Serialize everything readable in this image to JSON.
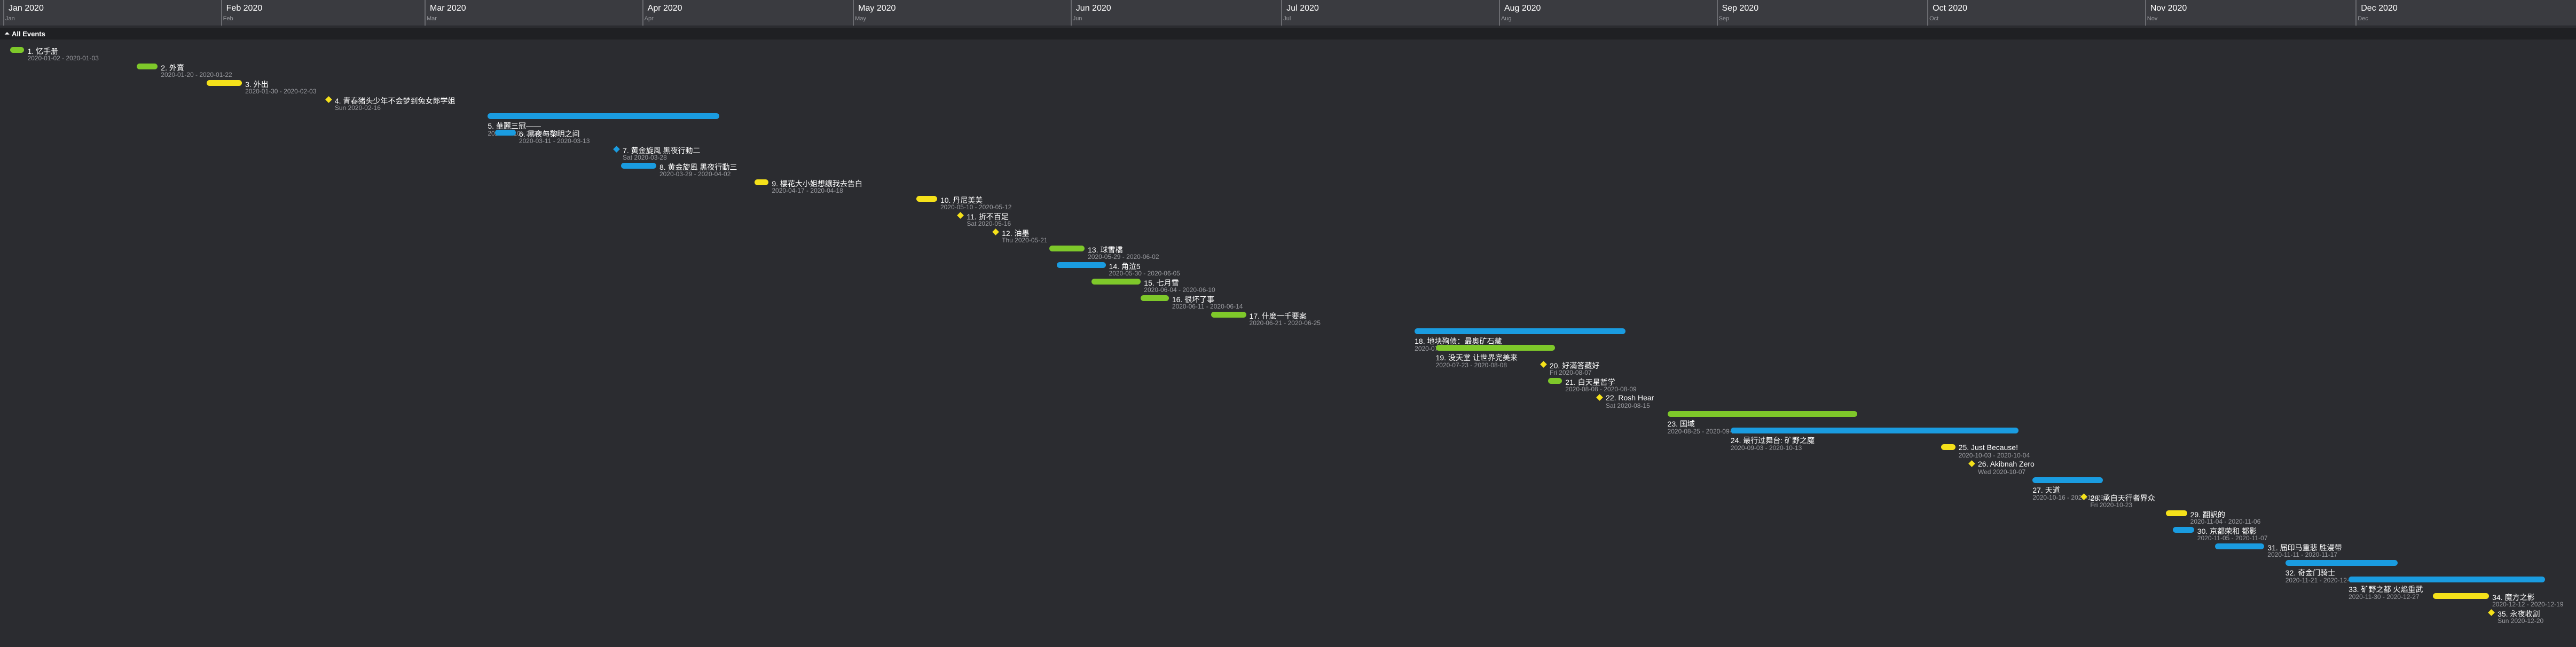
{
  "header": {
    "months": [
      {
        "label": "Jan 2020",
        "abbr": "Jan"
      },
      {
        "label": "Feb 2020",
        "abbr": "Feb"
      },
      {
        "label": "Mar 2020",
        "abbr": "Mar"
      },
      {
        "label": "Apr 2020",
        "abbr": "Apr"
      },
      {
        "label": "May 2020",
        "abbr": "May"
      },
      {
        "label": "Jun 2020",
        "abbr": "Jun"
      },
      {
        "label": "Jul 2020",
        "abbr": "Jul"
      },
      {
        "label": "Aug 2020",
        "abbr": "Aug"
      },
      {
        "label": "Sep 2020",
        "abbr": "Sep"
      },
      {
        "label": "Oct 2020",
        "abbr": "Oct"
      },
      {
        "label": "Nov 2020",
        "abbr": "Nov"
      },
      {
        "label": "Dec 2020",
        "abbr": "Dec"
      }
    ]
  },
  "group": {
    "caret": "⏶",
    "label": "All Events"
  },
  "colors": {
    "green": "#7ec82a",
    "yellow": "#f5e11a",
    "blue": "#1a9ce0"
  },
  "events": [
    {
      "title": "1. 忆手册",
      "date": "2020-01-02 - 2020-01-03",
      "start": "2020-01-02",
      "end": "2020-01-03",
      "kind": "bar",
      "color": "green"
    },
    {
      "title": "2. 外賣",
      "date": "2020-01-20 - 2020-01-22",
      "start": "2020-01-20",
      "end": "2020-01-22",
      "kind": "bar",
      "color": "green"
    },
    {
      "title": "3. 外出",
      "date": "2020-01-30 - 2020-02-03",
      "start": "2020-01-30",
      "end": "2020-02-03",
      "kind": "bar",
      "color": "yellow"
    },
    {
      "title": "4. 青春猪头少年不会梦到兔女郎学姐",
      "date": "Sun 2020-02-16",
      "start": "2020-02-16",
      "end": "2020-02-16",
      "kind": "milestone",
      "color": "yellow"
    },
    {
      "title": "5. 華麗三冠——",
      "date": "2020-03-10 - 2020-04-11",
      "start": "2020-03-10",
      "end": "2020-04-11",
      "kind": "bar",
      "color": "blue"
    },
    {
      "title": "6. 黑夜与黎明之间",
      "date": "2020-03-11 - 2020-03-13",
      "start": "2020-03-11",
      "end": "2020-03-13",
      "kind": "bar",
      "color": "blue"
    },
    {
      "title": "7. 黄金旋風 黑夜行動二",
      "date": "Sat 2020-03-28",
      "start": "2020-03-28",
      "end": "2020-03-28",
      "kind": "milestone",
      "color": "blue"
    },
    {
      "title": "8. 黄金旋風 黑夜行動三",
      "date": "2020-03-29 - 2020-04-02",
      "start": "2020-03-29",
      "end": "2020-04-02",
      "kind": "bar",
      "color": "blue"
    },
    {
      "title": "9. 櫻花大小姐想讓我去告白",
      "date": "2020-04-17 - 2020-04-18",
      "start": "2020-04-17",
      "end": "2020-04-18",
      "kind": "bar",
      "color": "yellow"
    },
    {
      "title": "10. 丹尼美美",
      "date": "2020-05-10 - 2020-05-12",
      "start": "2020-05-10",
      "end": "2020-05-12",
      "kind": "bar",
      "color": "yellow"
    },
    {
      "title": "11. 折不百足",
      "date": "Sat 2020-05-16",
      "start": "2020-05-16",
      "end": "2020-05-16",
      "kind": "milestone",
      "color": "yellow"
    },
    {
      "title": "12. 油墨",
      "date": "Thu 2020-05-21",
      "start": "2020-05-21",
      "end": "2020-05-21",
      "kind": "milestone",
      "color": "yellow"
    },
    {
      "title": "13. 球雪橋",
      "date": "2020-05-29 - 2020-06-02",
      "start": "2020-05-29",
      "end": "2020-06-02",
      "kind": "bar",
      "color": "green"
    },
    {
      "title": "14. 角泣5",
      "date": "2020-05-30 - 2020-06-05",
      "start": "2020-05-30",
      "end": "2020-06-05",
      "kind": "bar",
      "color": "blue"
    },
    {
      "title": "15. 七月雪",
      "date": "2020-06-04 - 2020-06-10",
      "start": "2020-06-04",
      "end": "2020-06-10",
      "kind": "bar",
      "color": "green"
    },
    {
      "title": "16. 很坏了事",
      "date": "2020-06-11 - 2020-06-14",
      "start": "2020-06-11",
      "end": "2020-06-14",
      "kind": "bar",
      "color": "green"
    },
    {
      "title": "17. 什麼一千要案",
      "date": "2020-06-21 - 2020-06-25",
      "start": "2020-06-21",
      "end": "2020-06-25",
      "kind": "bar",
      "color": "green"
    },
    {
      "title": "18. 地块殉债：最奥矿石藏",
      "date": "2020-07-20 - 2020-08-18",
      "start": "2020-07-20",
      "end": "2020-08-18",
      "kind": "bar",
      "color": "blue"
    },
    {
      "title": "19. 没天堂 让世界完美来",
      "date": "2020-07-23 - 2020-08-08",
      "start": "2020-07-23",
      "end": "2020-08-08",
      "kind": "bar",
      "color": "green"
    },
    {
      "title": "20. 好滿答藏好",
      "date": "Fri 2020-08-07",
      "start": "2020-08-07",
      "end": "2020-08-07",
      "kind": "milestone",
      "color": "yellow"
    },
    {
      "title": "21. 白天星哲学",
      "date": "2020-08-08 - 2020-08-09",
      "start": "2020-08-08",
      "end": "2020-08-09",
      "kind": "bar",
      "color": "green"
    },
    {
      "title": "22. Rosh Hear",
      "date": "Sat 2020-08-15",
      "start": "2020-08-15",
      "end": "2020-08-15",
      "kind": "milestone",
      "color": "yellow"
    },
    {
      "title": "23. 国域",
      "date": "2020-08-25 - 2020-09-20",
      "start": "2020-08-25",
      "end": "2020-09-20",
      "kind": "bar",
      "color": "green"
    },
    {
      "title": "24. 最行过舞台: 矿野之魔",
      "date": "2020-09-03 - 2020-10-13",
      "start": "2020-09-03",
      "end": "2020-10-13",
      "kind": "bar",
      "color": "blue"
    },
    {
      "title": "25. Just Because!",
      "date": "2020-10-03 - 2020-10-04",
      "start": "2020-10-03",
      "end": "2020-10-04",
      "kind": "bar",
      "color": "yellow"
    },
    {
      "title": "26. Akibnah Zero",
      "date": "Wed 2020-10-07",
      "start": "2020-10-07",
      "end": "2020-10-07",
      "kind": "milestone",
      "color": "yellow"
    },
    {
      "title": "27. 天道",
      "date": "2020-10-16 - 2020-10-25",
      "start": "2020-10-16",
      "end": "2020-10-25",
      "kind": "bar",
      "color": "blue"
    },
    {
      "title": "28. 承自天行者界众",
      "date": "Fri 2020-10-23",
      "start": "2020-10-23",
      "end": "2020-10-23",
      "kind": "milestone",
      "color": "yellow"
    },
    {
      "title": "29. 翻訳的",
      "date": "2020-11-04 - 2020-11-06",
      "start": "2020-11-04",
      "end": "2020-11-06",
      "kind": "bar",
      "color": "yellow"
    },
    {
      "title": "30. 京都荣和 都影",
      "date": "2020-11-05 - 2020-11-07",
      "start": "2020-11-05",
      "end": "2020-11-07",
      "kind": "bar",
      "color": "blue"
    },
    {
      "title": "31. 届印马重悲 胜漫带",
      "date": "2020-11-11 - 2020-11-17",
      "start": "2020-11-11",
      "end": "2020-11-17",
      "kind": "bar",
      "color": "blue"
    },
    {
      "title": "32. 奇金门骑士",
      "date": "2020-11-21 - 2020-12-06",
      "start": "2020-11-21",
      "end": "2020-12-06",
      "kind": "bar",
      "color": "blue"
    },
    {
      "title": "33. 矿野之都 火焰重武",
      "date": "2020-11-30 - 2020-12-27",
      "start": "2020-11-30",
      "end": "2020-12-27",
      "kind": "bar",
      "color": "blue"
    },
    {
      "title": "34. 魔方之影",
      "date": "2020-12-12 - 2020-12-19",
      "start": "2020-12-12",
      "end": "2020-12-19",
      "kind": "bar",
      "color": "yellow"
    },
    {
      "title": "35. 永夜收割",
      "date": "Sun 2020-12-20",
      "start": "2020-12-20",
      "end": "2020-12-20",
      "kind": "milestone",
      "color": "yellow"
    }
  ]
}
